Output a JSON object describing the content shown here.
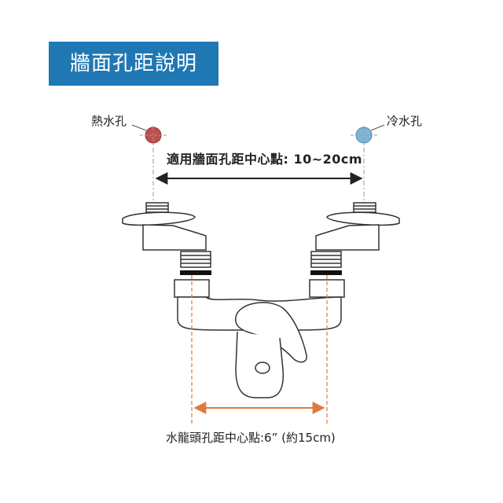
{
  "title": "牆面孔距說明",
  "hot_hole_label": "熱水孔",
  "cold_hole_label": "冷水孔",
  "wall_spacing_label": "適用牆面孔距中心點: 10~20cm",
  "faucet_center_label": "水龍頭孔距中心點:6” (約15cm)",
  "colors": {
    "banner": "#1f78b4",
    "hot": "#c0504d",
    "cold": "#7fb6d6",
    "guide": "#e07a3c",
    "outline": "#333333"
  }
}
